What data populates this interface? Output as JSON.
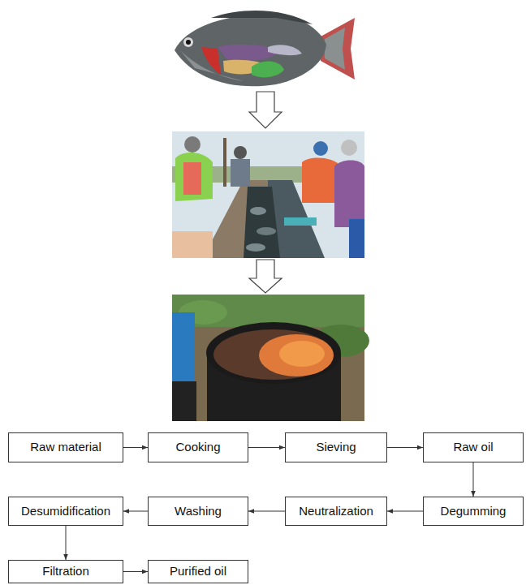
{
  "diagram": {
    "nodes": [
      {
        "text": [
          "Raw material"
        ]
      },
      {
        "text": [
          "Cooking"
        ]
      },
      {
        "text": [
          "Sieving"
        ]
      },
      {
        "text": [
          "Raw oil"
        ]
      },
      {
        "text": [
          "Degumming"
        ]
      },
      {
        "text": [
          "Neutralization"
        ]
      },
      {
        "text": [
          "Washing"
        ]
      },
      {
        "text": [
          "Desumidification"
        ]
      },
      {
        "text": [
          "Filtration"
        ]
      },
      {
        "text": [
          "Purified oil"
        ]
      }
    ],
    "edges": [
      {
        "from": 0,
        "to": 1,
        "arrow": "to"
      },
      {
        "from": 1,
        "to": 2,
        "arrow": "to"
      },
      {
        "from": 2,
        "to": 3,
        "arrow": "to"
      },
      {
        "from": 3,
        "to": 4,
        "arrow": "to"
      },
      {
        "from": 4,
        "to": 5,
        "arrow": "to"
      },
      {
        "from": 5,
        "to": 6,
        "arrow": "to"
      },
      {
        "from": 6,
        "to": 7,
        "arrow": "to"
      },
      {
        "from": 7,
        "to": 8,
        "arrow": "to"
      },
      {
        "from": 8,
        "to": 9,
        "arrow": "to"
      }
    ]
  }
}
